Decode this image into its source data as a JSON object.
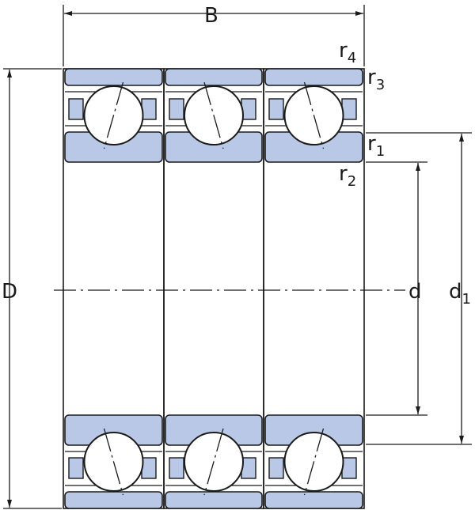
{
  "title": "Angular contact ball bearing set, triple arrangement",
  "labels": {
    "B": "B",
    "D": "D",
    "d": "d",
    "d1": {
      "main": "d",
      "sub": "1"
    },
    "r1": {
      "main": "r",
      "sub": "1"
    },
    "r2": {
      "main": "r",
      "sub": "2"
    },
    "r3": {
      "main": "r",
      "sub": "3"
    },
    "r4": {
      "main": "r",
      "sub": "4"
    }
  },
  "colors": {
    "ring_fill": "#b9c8e6",
    "line": "#1a1a1a",
    "ball_fill": "#ffffff"
  }
}
